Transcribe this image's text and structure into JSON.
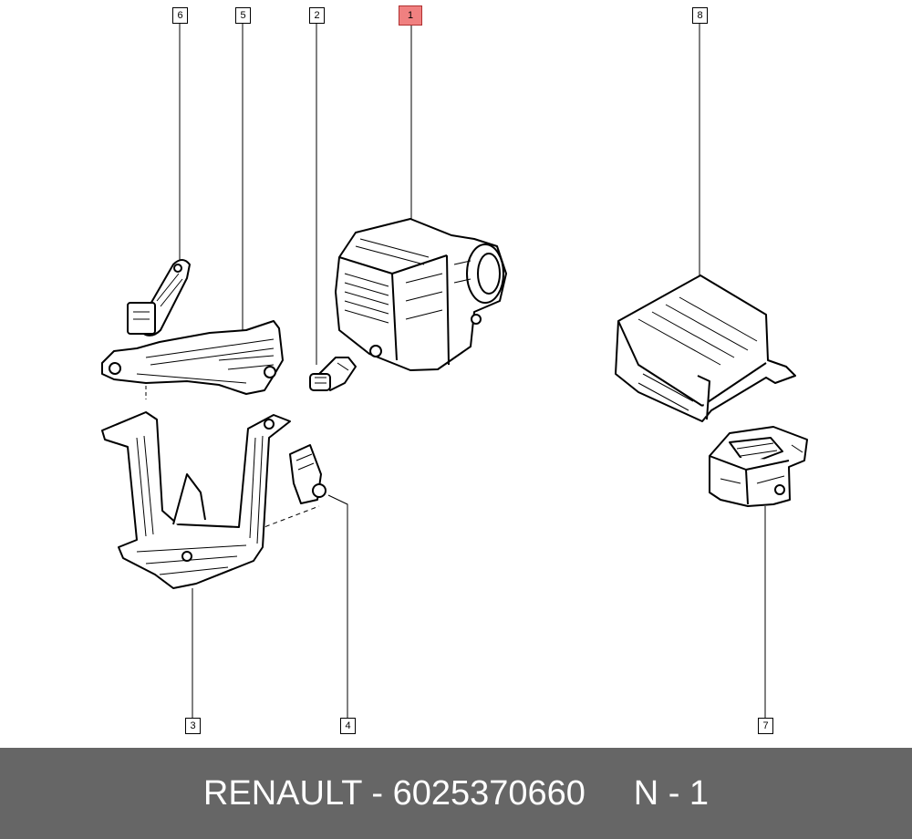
{
  "callouts": {
    "c1": "1",
    "c2": "2",
    "c3": "3",
    "c4": "4",
    "c5": "5",
    "c6": "6",
    "c7": "7",
    "c8": "8"
  },
  "highlight_color": "#f08080",
  "footer": {
    "brand": "RENAULT",
    "separator": " - ",
    "part_number": "6025370660",
    "quantity": "N - 1"
  }
}
